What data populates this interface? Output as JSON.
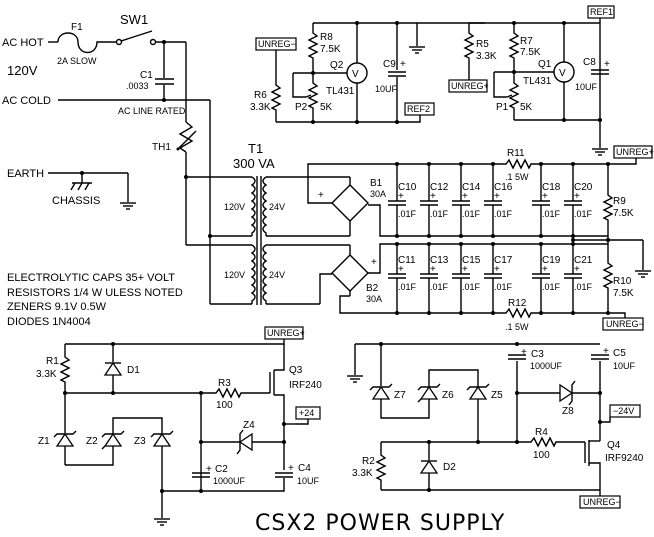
{
  "title": "CSX2 POWER SUPPLY",
  "input": {
    "ac_hot": "AC HOT",
    "ac_cold": "AC COLD",
    "voltage": "120V",
    "earth": "EARTH",
    "chassis": "CHASSIS"
  },
  "components": {
    "F1": {
      "ref": "F1",
      "value": "2A SLOW"
    },
    "SW1": {
      "ref": "SW1"
    },
    "C1": {
      "ref": "C1",
      "value": ".0033",
      "note": "AC LINE RATED"
    },
    "TH1": {
      "ref": "TH1"
    },
    "T1": {
      "ref": "T1",
      "value": "300 VA",
      "pri": "120V",
      "sec": "24V"
    },
    "B1": {
      "ref": "B1",
      "value": "30A"
    },
    "B2": {
      "ref": "B2",
      "value": "30A"
    },
    "R11": {
      "ref": "R11",
      "value": ".1 5W"
    },
    "R12": {
      "ref": "R12",
      "value": ".1 5W"
    },
    "R9": {
      "ref": "R9",
      "value": "7.5K"
    },
    "R10": {
      "ref": "R10",
      "value": "7.5K"
    },
    "caps_top": [
      {
        "ref": "C10",
        "value": ".01F"
      },
      {
        "ref": "C12",
        "value": ".01F"
      },
      {
        "ref": "C14",
        "value": ".01F"
      },
      {
        "ref": "C16",
        "value": ".01F"
      },
      {
        "ref": "C18",
        "value": ".01F"
      },
      {
        "ref": "C20",
        "value": ".01F"
      }
    ],
    "caps_bottom": [
      {
        "ref": "C11",
        "value": ".01F"
      },
      {
        "ref": "C13",
        "value": ".01F"
      },
      {
        "ref": "C15",
        "value": ".01F"
      },
      {
        "ref": "C17",
        "value": ".01F"
      },
      {
        "ref": "C19",
        "value": ".01F"
      },
      {
        "ref": "C21",
        "value": ".01F"
      }
    ],
    "R8": {
      "ref": "R8",
      "value": "7.5K"
    },
    "R6": {
      "ref": "R6",
      "value": "3.3K"
    },
    "Q2": {
      "ref": "Q2",
      "value": "TL431"
    },
    "P2": {
      "ref": "P2",
      "value": "5K"
    },
    "C9": {
      "ref": "C9",
      "value": "10UF"
    },
    "R7": {
      "ref": "R7",
      "value": "7.5K"
    },
    "R5": {
      "ref": "R5",
      "value": "3.3K"
    },
    "Q1": {
      "ref": "Q1",
      "value": "TL431"
    },
    "P1": {
      "ref": "P1",
      "value": "5K"
    },
    "C8": {
      "ref": "C8",
      "value": "10UF"
    },
    "R1": {
      "ref": "R1",
      "value": "3.3K"
    },
    "D1": {
      "ref": "D1"
    },
    "R3": {
      "ref": "R3",
      "value": "100"
    },
    "Q3": {
      "ref": "Q3",
      "value": "IRF240"
    },
    "Z1": {
      "ref": "Z1"
    },
    "Z2": {
      "ref": "Z2"
    },
    "Z3": {
      "ref": "Z3"
    },
    "Z4": {
      "ref": "Z4"
    },
    "C2": {
      "ref": "C2",
      "value": "1000UF"
    },
    "C4": {
      "ref": "C4",
      "value": "10UF"
    },
    "Z5": {
      "ref": "Z5"
    },
    "Z6": {
      "ref": "Z6"
    },
    "Z7": {
      "ref": "Z7"
    },
    "Z8": {
      "ref": "Z8"
    },
    "C3": {
      "ref": "C3",
      "value": "1000UF"
    },
    "C5": {
      "ref": "C5",
      "value": "10UF"
    },
    "R2": {
      "ref": "R2",
      "value": "3.3K"
    },
    "D2": {
      "ref": "D2"
    },
    "R4": {
      "ref": "R4",
      "value": "100"
    },
    "Q4": {
      "ref": "Q4",
      "value": "IRF9240"
    }
  },
  "nets": {
    "unreg_plus": "UNREG+",
    "unreg_minus": "UNREG−",
    "ref1": "REF1",
    "ref2": "REF2",
    "plus24": "+24",
    "minus24": "−24V"
  },
  "notes": [
    "ELECTROLYTIC CAPS 35+ VOLT",
    "RESISTORS 1/4 W ULESS NOTED",
    "ZENERS 9.1V 0.5W",
    "DIODES 1N4004"
  ],
  "polarity": {
    "plus": "+"
  },
  "vmark": "V"
}
